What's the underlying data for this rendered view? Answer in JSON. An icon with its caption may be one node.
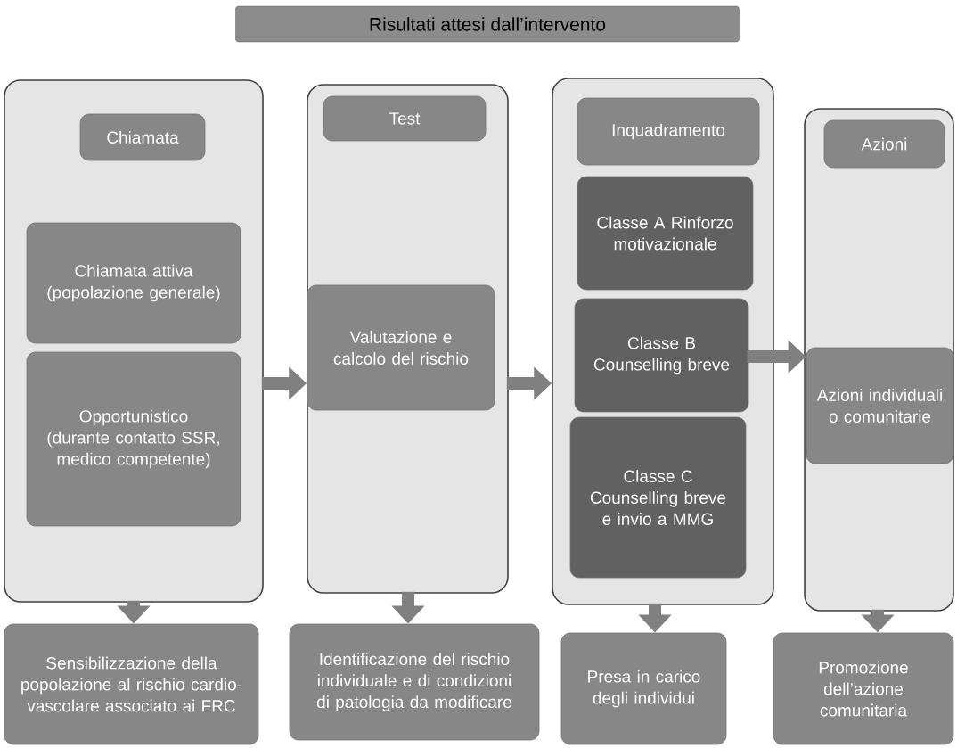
{
  "diagram": {
    "title": "Risultati attesi dall’intervento",
    "nodes": [
      {
        "text": [],
        "shape": "box"
      },
      {
        "text": [
          "Chiamata"
        ],
        "in": 0
      },
      {
        "text": [
          "Chiamata attiva (popolazione generale)"
        ],
        "in": 0
      },
      {
        "text": [
          "Opportunistico (durante contatto SSR, medico competente)"
        ],
        "in": 0
      },
      {
        "text": [],
        "shape": "box"
      },
      {
        "text": [
          "Test"
        ],
        "in": 4
      },
      {
        "text": [
          "Valutazione e calcolo del rischio"
        ],
        "in": 4
      },
      {
        "text": [],
        "shape": "box"
      },
      {
        "text": [
          "Inquadramento"
        ],
        "in": 7
      },
      {
        "text": [
          "Classe A Rinforzo motivazionale"
        ],
        "in": 7
      },
      {
        "text": [
          "Classe B Counselling breve"
        ],
        "in": 7
      },
      {
        "text": [
          "Classe C Counselling breve e invio a MMG"
        ],
        "in": 7
      },
      {
        "text": [],
        "shape": "box"
      },
      {
        "text": [
          "Azioni"
        ],
        "in": 12
      },
      {
        "text": [
          "Azioni individuali o comunitarie"
        ],
        "in": 12
      },
      {
        "text": [
          "Sensibilizzazione della popolazione al rischio cardio-vascolare associato ai FRC"
        ]
      },
      {
        "text": [
          "Identificazione del rischio individuale e di condizioni di patologia da modificare"
        ]
      },
      {
        "text": [
          "Presa in carico degli individui"
        ]
      },
      {
        "text": [
          "Promozione dell’azione comunitaria"
        ]
      }
    ],
    "edges": [
      {
        "from": 0,
        "to": 4,
        "arrow": "to"
      },
      {
        "from": 4,
        "to": 7,
        "arrow": "to"
      },
      {
        "from": 10,
        "to": 14,
        "arrow": "to"
      },
      {
        "from": 0,
        "to": 15,
        "arrow": "to"
      },
      {
        "from": 4,
        "to": 16,
        "arrow": "to"
      },
      {
        "from": 7,
        "to": 17,
        "arrow": "to"
      },
      {
        "from": 12,
        "to": 18,
        "arrow": "to"
      }
    ]
  }
}
